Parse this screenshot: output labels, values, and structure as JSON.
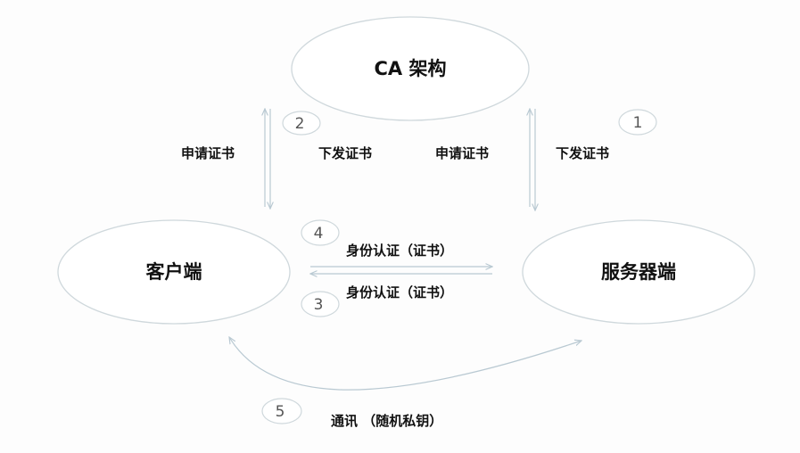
{
  "nodes": {
    "ca": "CA 架构",
    "client": "客户端",
    "server": "服务器端"
  },
  "edges": {
    "client_apply": "申请证书",
    "client_issue": "下发证书",
    "server_apply": "申请证书",
    "server_issue": "下发证书",
    "auth_top": "身份认证（证书）",
    "auth_bottom": "身份认证（证书）",
    "communication": "通讯 （随机私钥）"
  },
  "steps": [
    "1",
    "2",
    "3",
    "4",
    "5"
  ],
  "colors": {
    "ellipse_stroke": "#cfd8dc",
    "arrow": "#b9c9d2",
    "text": "#111111",
    "step_number": "#555555"
  }
}
